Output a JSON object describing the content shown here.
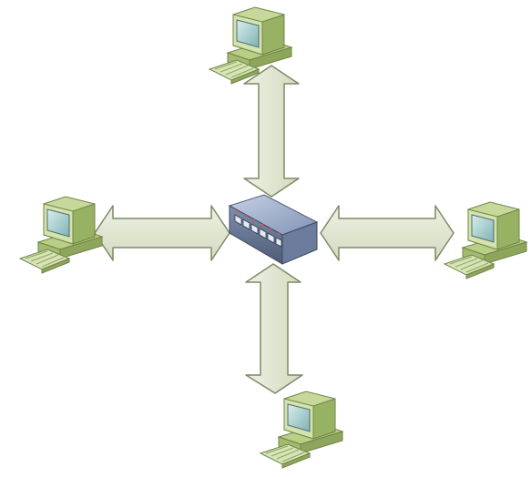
{
  "diagram": {
    "topology": "star",
    "hub": {
      "icon": "network-switch-icon",
      "ports": 6
    },
    "nodes": [
      {
        "id": "computer-top",
        "icon": "desktop-computer-icon"
      },
      {
        "id": "computer-left",
        "icon": "desktop-computer-icon"
      },
      {
        "id": "computer-right",
        "icon": "desktop-computer-icon"
      },
      {
        "id": "computer-bottom",
        "icon": "desktop-computer-icon"
      }
    ],
    "links": [
      {
        "from": "hub",
        "to": "computer-top",
        "style": "double-arrow"
      },
      {
        "from": "hub",
        "to": "computer-left",
        "style": "double-arrow"
      },
      {
        "from": "hub",
        "to": "computer-right",
        "style": "double-arrow"
      },
      {
        "from": "hub",
        "to": "computer-bottom",
        "style": "double-arrow"
      }
    ],
    "colors": {
      "arrow_fill": "#dfe5cf",
      "arrow_stroke": "#7d8a66",
      "computer_body": "#c7d99a",
      "computer_dark": "#8da55e",
      "screen": "#9ec9c9",
      "switch_top": "#9fb0cc",
      "switch_front": "#5f6f8c"
    }
  }
}
